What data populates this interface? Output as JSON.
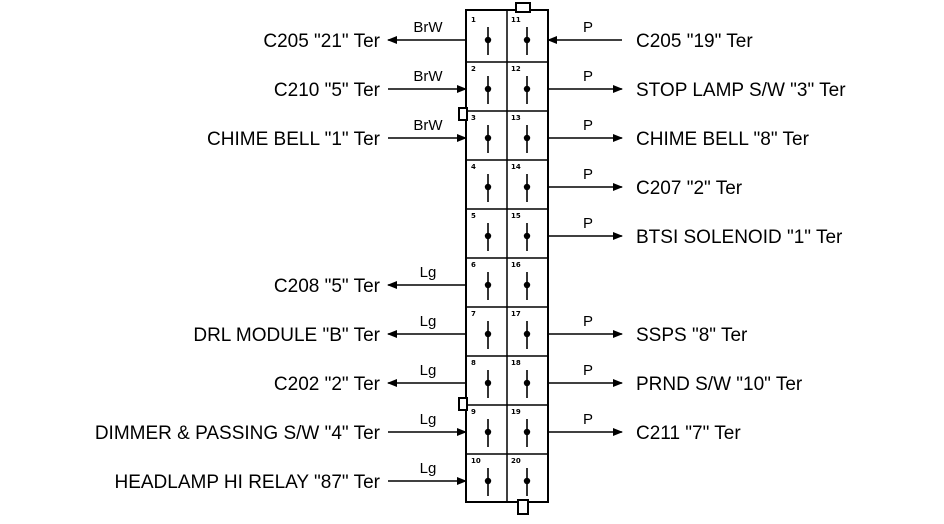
{
  "connector": {
    "rows": [
      {
        "left_pin": "1",
        "right_pin": "11",
        "left": {
          "label": "C205 \"21\" Ter",
          "wire": "BrW",
          "dir": "out"
        },
        "right": {
          "label": "C205 \"19\" Ter",
          "wire": "P",
          "dir": "in"
        }
      },
      {
        "left_pin": "2",
        "right_pin": "12",
        "left": {
          "label": "C210 \"5\" Ter",
          "wire": "BrW",
          "dir": "in"
        },
        "right": {
          "label": "STOP LAMP S/W \"3\" Ter",
          "wire": "P",
          "dir": "out"
        }
      },
      {
        "left_pin": "3",
        "right_pin": "13",
        "left": {
          "label": "CHIME BELL \"1\" Ter",
          "wire": "BrW",
          "dir": "in"
        },
        "right": {
          "label": "CHIME BELL \"8\" Ter",
          "wire": "P",
          "dir": "out"
        }
      },
      {
        "left_pin": "4",
        "right_pin": "14",
        "left": null,
        "right": {
          "label": "C207 \"2\" Ter",
          "wire": "P",
          "dir": "out"
        }
      },
      {
        "left_pin": "5",
        "right_pin": "15",
        "left": null,
        "right": {
          "label": "BTSI SOLENOID \"1\" Ter",
          "wire": "P",
          "dir": "out"
        }
      },
      {
        "left_pin": "6",
        "right_pin": "16",
        "left": {
          "label": "C208 \"5\" Ter",
          "wire": "Lg",
          "dir": "out"
        },
        "right": null
      },
      {
        "left_pin": "7",
        "right_pin": "17",
        "left": {
          "label": "DRL MODULE \"B\" Ter",
          "wire": "Lg",
          "dir": "out"
        },
        "right": {
          "label": "SSPS \"8\" Ter",
          "wire": "P",
          "dir": "out"
        }
      },
      {
        "left_pin": "8",
        "right_pin": "18",
        "left": {
          "label": "C202 \"2\" Ter",
          "wire": "Lg",
          "dir": "out"
        },
        "right": {
          "label": "PRND S/W \"10\" Ter",
          "wire": "P",
          "dir": "out"
        }
      },
      {
        "left_pin": "9",
        "right_pin": "19",
        "left": {
          "label": "DIMMER & PASSING S/W \"4\" Ter",
          "wire": "Lg",
          "dir": "in"
        },
        "right": {
          "label": "C211 \"7\" Ter",
          "wire": "P",
          "dir": "out"
        }
      },
      {
        "left_pin": "10",
        "right_pin": "20",
        "left": {
          "label": "HEADLAMP HI RELAY \"87\" Ter",
          "wire": "Lg",
          "dir": "in"
        },
        "right": null
      }
    ]
  }
}
